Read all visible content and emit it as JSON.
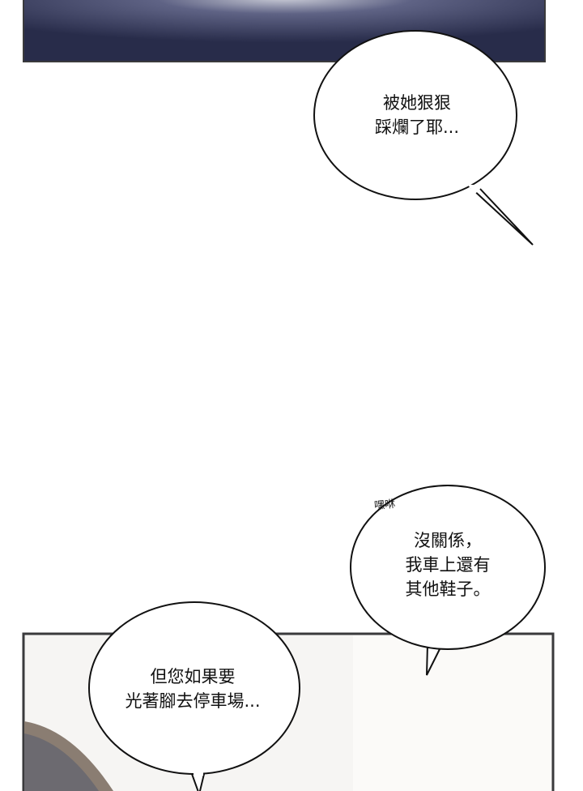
{
  "colors": {
    "panel_top": "#2c3152",
    "panel_bottom_bg": "#f6f5f3",
    "panel_border": "#3a3a3c",
    "bubble_stroke": "#111111"
  },
  "bubbles": [
    {
      "lines": "被她狠狠\n踩爛了耶..."
    },
    {
      "sfx": "嘿咻",
      "lines": "沒關係，\n我車上還有\n其他鞋子。"
    },
    {
      "lines": "但您如果要\n光著腳去停車場..."
    }
  ]
}
